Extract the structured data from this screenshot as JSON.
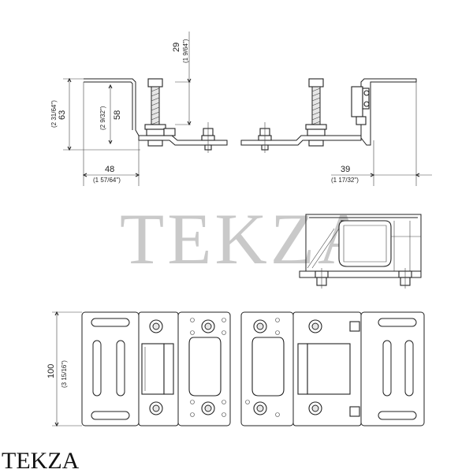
{
  "dimensions": {
    "height_overall": "63",
    "height_overall_in": "(2 31/64\")",
    "height_mount": "58",
    "height_mount_in": "(2 9/32\")",
    "bolt_offset": "29",
    "bolt_offset_in": "(1 9/64\")",
    "width_left": "48",
    "width_left_in": "(1 57/64\")",
    "width_right": "39",
    "width_right_in": "(1 17/32\")",
    "plate_height": "100",
    "plate_height_in": "(3 15/16\")"
  },
  "watermark": "TEKZA",
  "brand": "TEKZA"
}
